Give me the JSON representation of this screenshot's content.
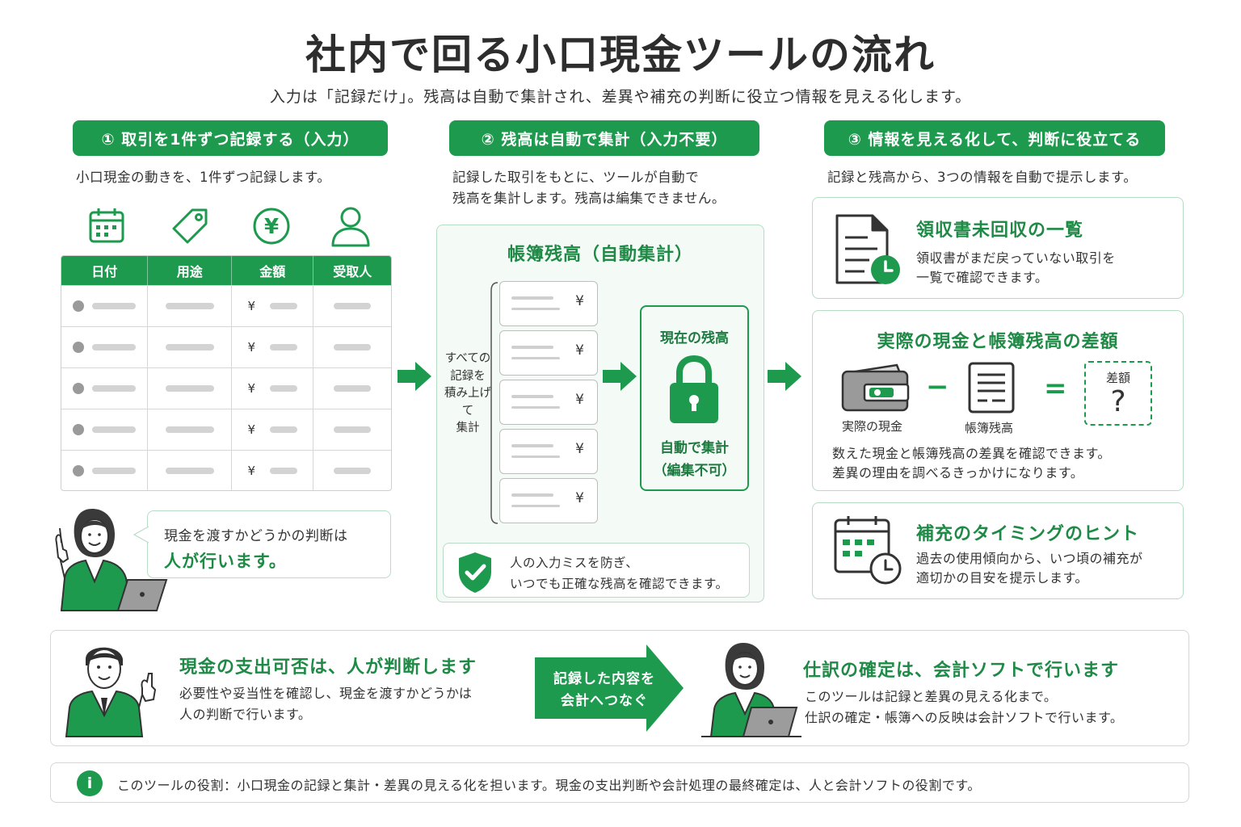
{
  "title": "社内で回る小口現金ツールの流れ",
  "subtitle": "入力は「記録だけ」。残高は自動で集計され、差異や補充の判断に役立つ情報を見える化します。",
  "colors": {
    "accent": "#1e9a4f",
    "accent_dark": "#1e8a46",
    "panel_bg": "#f4faf6",
    "border": "#b6dcc4"
  },
  "step1": {
    "label": "① 取引を1件ずつ記録する（入力）",
    "desc": "小口現金の動きを、1件ずつ記録します。",
    "icons": [
      "calendar-icon",
      "tag-icon",
      "yen-coin-icon",
      "person-icon"
    ],
    "columns": [
      "日付",
      "用途",
      "金額",
      "受取人"
    ],
    "yen_symbol": "¥",
    "bubble_line1": "現金を渡すかどうかの判断は",
    "bubble_line2": "人が行います。"
  },
  "step2": {
    "label": "② 残高は自動で集計（入力不要）",
    "desc_line1": "記録した取引をもとに、ツールが自動で",
    "desc_line2": "残高を集計します。残高は編集できません。",
    "panel_title": "帳簿残高（自動集計）",
    "stack_label": "すべての\n記録を\n積み上げて\n集計",
    "slip_symbol": "¥",
    "current_balance": "現在の残高",
    "auto_label": "自動で集計",
    "locked_label": "（編集不可）",
    "safety_line1": "人の入力ミスを防ぎ、",
    "safety_line2": "いつでも正確な残高を確認できます。"
  },
  "step3": {
    "label": "③ 情報を見える化して、判断に役立てる",
    "desc": "記録と残高から、3つの情報を自動で提示します。",
    "card1": {
      "title": "領収書未回収の一覧",
      "line1": "領収書がまだ戻っていない取引を",
      "line2": "一覧で確認できます。"
    },
    "card2": {
      "title": "実際の現金と帳簿残高の差額",
      "cash_label": "実際の現金",
      "book_label": "帳簿残高",
      "minus": "−",
      "equals": "=",
      "diff_label": "差額",
      "question": "?",
      "line1": "数えた現金と帳簿残高の差異を確認できます。",
      "line2": "差異の理由を調べるきっかけになります。"
    },
    "card3": {
      "title": "補充のタイミングのヒント",
      "line1": "過去の使用傾向から、いつ頃の補充が",
      "line2": "適切かの目安を提示します。"
    }
  },
  "bottom": {
    "left_title": "現金の支出可否は、人が判断します",
    "left_line1": "必要性や妥当性を確認し、現金を渡すかどうかは",
    "left_line2": "人の判断で行います。",
    "arrow_line1": "記録した内容を",
    "arrow_line2": "会計へつなぐ",
    "right_title": "仕訳の確定は、会計ソフトで行います",
    "right_line1": "このツールは記録と差異の見える化まで。",
    "right_line2": "仕訳の確定・帳簿への反映は会計ソフトで行います。"
  },
  "note": {
    "icon": "i",
    "text": "このツールの役割：小口現金の記録と集計・差異の見える化を担います。現金の支出判断や会計処理の最終確定は、人と会計ソフトの役割です。"
  }
}
